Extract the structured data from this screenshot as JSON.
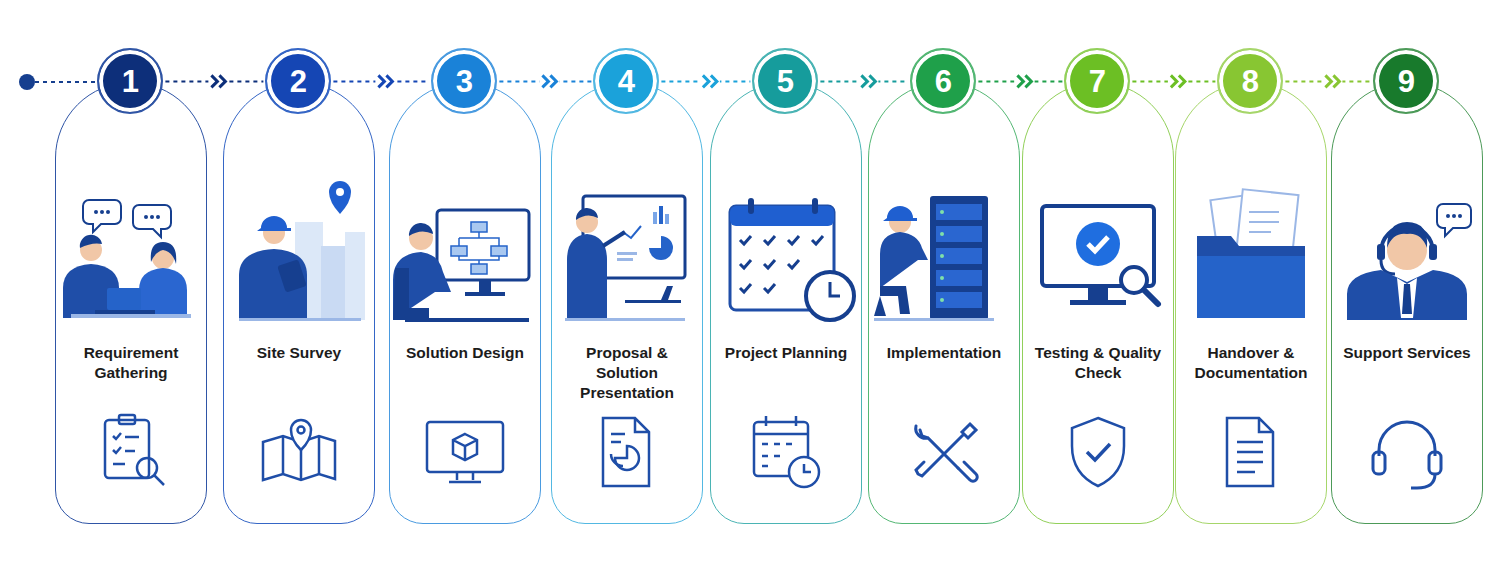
{
  "diagram": {
    "nodes": [
      {
        "text": [
          "Requirement Gathering"
        ]
      },
      {
        "text": [
          "1"
        ],
        "in": 0
      },
      {
        "text": [
          "Site Survey"
        ]
      },
      {
        "text": [
          "2"
        ],
        "in": 2
      },
      {
        "text": [
          "Solution Design"
        ]
      },
      {
        "text": [
          "3"
        ],
        "in": 4
      },
      {
        "text": [
          "Proposal & Solution Presentation"
        ]
      },
      {
        "text": [
          "4"
        ],
        "in": 6
      },
      {
        "text": [
          "Project Planning"
        ]
      },
      {
        "text": [
          "5"
        ],
        "in": 8
      },
      {
        "text": [
          "Implementation"
        ]
      },
      {
        "text": [
          "6"
        ],
        "in": 10
      },
      {
        "text": [
          "Testing & Quality Check"
        ]
      },
      {
        "text": [
          "7"
        ],
        "in": 12
      },
      {
        "text": [
          "Handover & Documentation"
        ]
      },
      {
        "text": [
          "8"
        ],
        "in": 14
      },
      {
        "text": [
          "Support Services"
        ]
      },
      {
        "text": [
          "9"
        ],
        "in": 16
      }
    ],
    "edges": [
      {
        "from": 1,
        "to": 3,
        "arrow": "to"
      },
      {
        "from": 3,
        "to": 5,
        "arrow": "to"
      },
      {
        "from": 5,
        "to": 7,
        "arrow": "to"
      },
      {
        "from": 7,
        "to": 9,
        "arrow": "to"
      },
      {
        "from": 9,
        "to": 11,
        "arrow": "to"
      },
      {
        "from": 11,
        "to": 13,
        "arrow": "to"
      },
      {
        "from": 13,
        "to": 15,
        "arrow": "to"
      },
      {
        "from": 15,
        "to": 17,
        "arrow": "to"
      }
    ]
  }
}
